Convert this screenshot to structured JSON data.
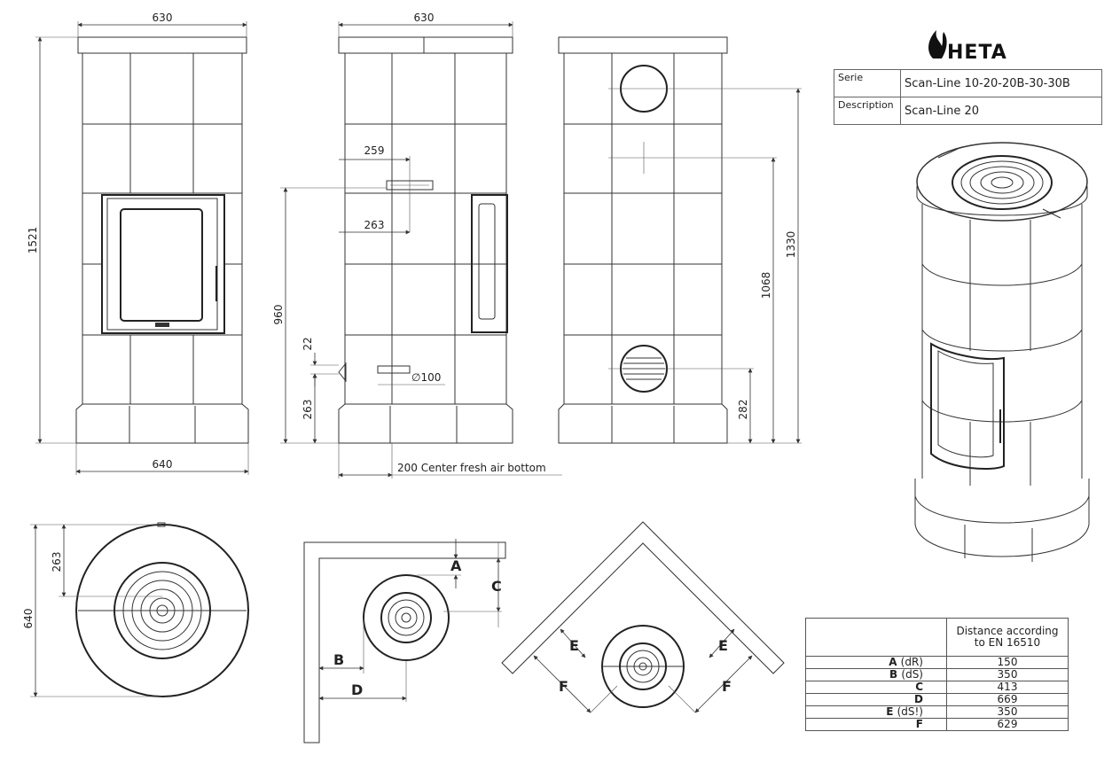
{
  "brand": {
    "name": "HETA"
  },
  "title_block": {
    "rows": [
      {
        "key": "Serie",
        "value": "Scan-Line 10-20-20B-30-30B"
      },
      {
        "key": "Description",
        "value": "Scan-Line 20"
      }
    ]
  },
  "dimensions": {
    "front_top_width": "630",
    "front_height": "1521",
    "front_base_width": "640",
    "side_top_width": "630",
    "side_259": "259",
    "side_263_upper": "263",
    "side_960": "960",
    "side_22": "22",
    "side_263_lower": "263",
    "side_diameter": "∅100",
    "side_fresh_air": "200 Center fresh air bottom",
    "rear_1330": "1330",
    "rear_1068": "1068",
    "rear_282": "282",
    "plan_263": "263",
    "plan_640": "640"
  },
  "clearance_labels": {
    "A": "A",
    "B": "B",
    "C": "C",
    "D": "D",
    "E": "E",
    "F": "F"
  },
  "distance_table": {
    "header": "Distance according to EN 16510",
    "rows": [
      {
        "key": "A",
        "suffix": "(dR)",
        "value": "150"
      },
      {
        "key": "B",
        "suffix": "(dS)",
        "value": "350"
      },
      {
        "key": "C",
        "suffix": "",
        "value": "413"
      },
      {
        "key": "D",
        "suffix": "",
        "value": "669"
      },
      {
        "key": "E",
        "suffix": "(dS!)",
        "value": "350"
      },
      {
        "key": "F",
        "suffix": "",
        "value": "629"
      }
    ]
  }
}
